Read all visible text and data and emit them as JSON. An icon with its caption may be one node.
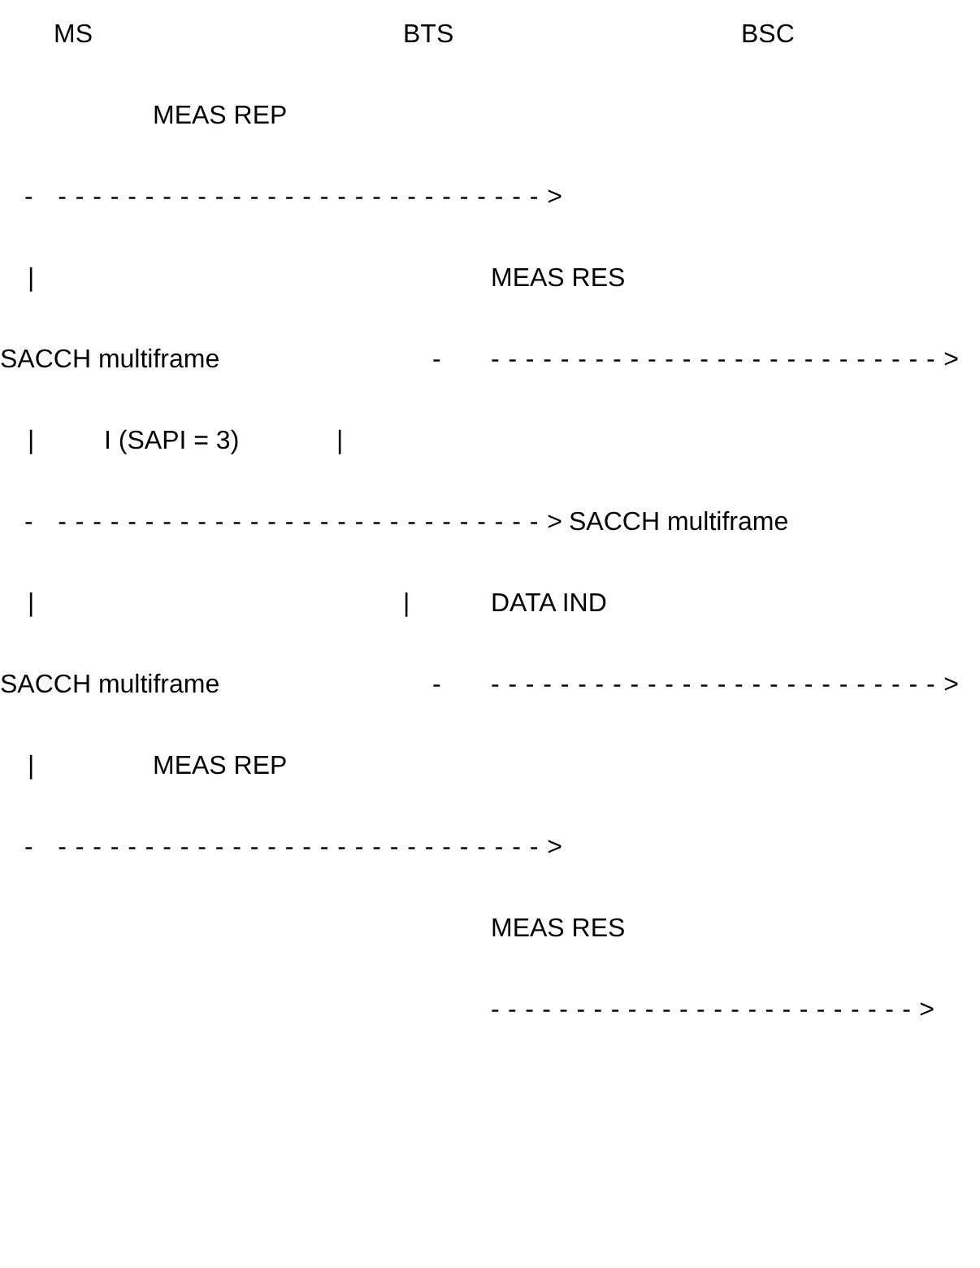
{
  "diagram": {
    "labels": [
      "MS",
      "BTS",
      "BSC",
      "MEAS REP",
      "- ---------------------------->",
      "|",
      "MEAS RES",
      "SACCH multiframe",
      "-",
      "-------------------------->",
      "|",
      "I (SAPI = 3)",
      "|",
      "- ---------------------------->",
      "SACCH multiframe",
      "|",
      "|",
      "DATA IND",
      "SACCH multiframe",
      "-",
      "-------------------------->",
      "|",
      "MEAS REP",
      "- ---------------------------->",
      "MEAS RES",
      "------------------------->"
    ]
  }
}
